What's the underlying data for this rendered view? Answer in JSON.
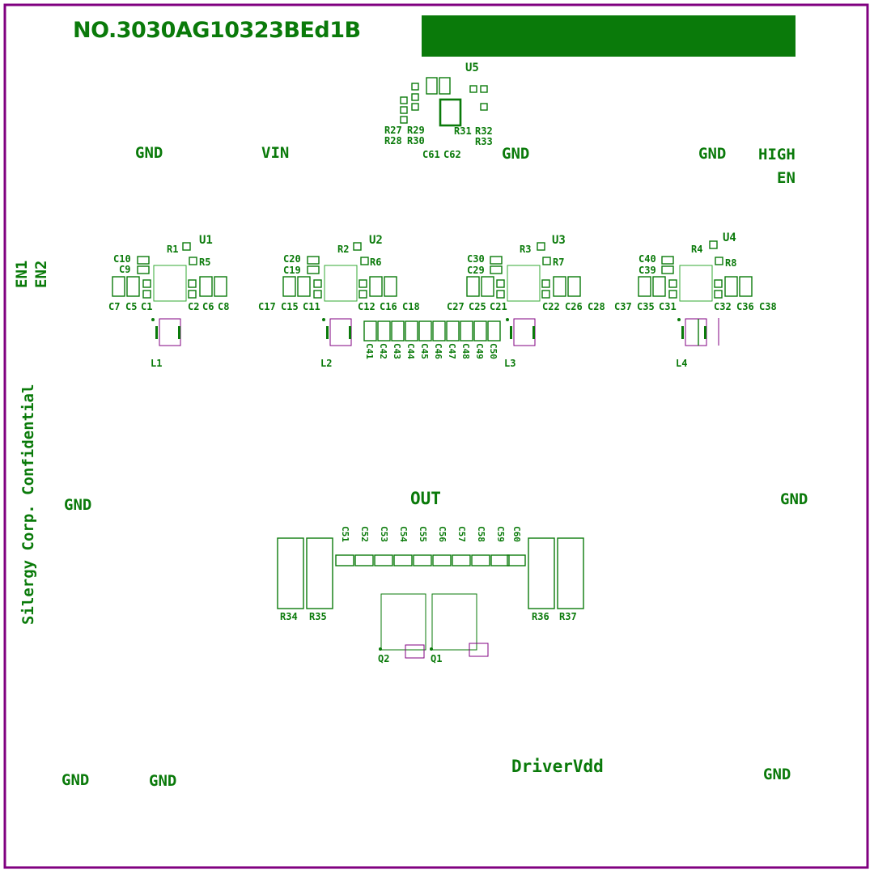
{
  "board": {
    "part_number": "NO.3030AG10323BEd1B",
    "side_text": "Silergy Corp. Confidential",
    "colors": {
      "silk": "#0a7a0a",
      "outline": "#800080"
    }
  },
  "pins": {
    "gnd": "GND",
    "vin": "VIN",
    "high": "HIGH",
    "en": "EN",
    "en1": "EN1",
    "en2": "EN2",
    "out": "OUT",
    "driver_vdd": "DriverVdd"
  },
  "designators": {
    "u1": "U1",
    "u2": "U2",
    "u3": "U3",
    "u4": "U4",
    "u5": "U5",
    "r1": "R1",
    "r2": "R2",
    "r3": "R3",
    "r4": "R4",
    "r5": "R5",
    "r6": "R6",
    "r7": "R7",
    "r8": "R8",
    "r27": "R27",
    "r28": "R28",
    "r29": "R29",
    "r30": "R30",
    "r31": "R31",
    "r32": "R32",
    "r33": "R33",
    "r34": "R34",
    "r35": "R35",
    "r36": "R36",
    "r37": "R37",
    "l1": "L1",
    "l2": "L2",
    "l3": "L3",
    "l4": "L4",
    "q1": "Q1",
    "q2": "Q2",
    "c1": "C1",
    "c2": "C2",
    "c5": "C5",
    "c6": "C6",
    "c7": "C7",
    "c8": "C8",
    "c9": "C9",
    "c10": "C10",
    "c11": "C11",
    "c12": "C12",
    "c15": "C15",
    "c16": "C16",
    "c17": "C17",
    "c18": "C18",
    "c19": "C19",
    "c20": "C20",
    "c21": "C21",
    "c22": "C22",
    "c25": "C25",
    "c26": "C26",
    "c27": "C27",
    "c28": "C28",
    "c29": "C29",
    "c30": "C30",
    "c31": "C31",
    "c32": "C32",
    "c35": "C35",
    "c36": "C36",
    "c37": "C37",
    "c38": "C38",
    "c39": "C39",
    "c40": "C40",
    "c61": "C61",
    "c62": "C62",
    "c41_50": [
      "C41",
      "C42",
      "C43",
      "C44",
      "C45",
      "C46",
      "C47",
      "C48",
      "C49",
      "C50"
    ],
    "c51_60": [
      "C51",
      "C52",
      "C53",
      "C54",
      "C55",
      "C56",
      "C57",
      "C58",
      "C59",
      "C60"
    ]
  }
}
